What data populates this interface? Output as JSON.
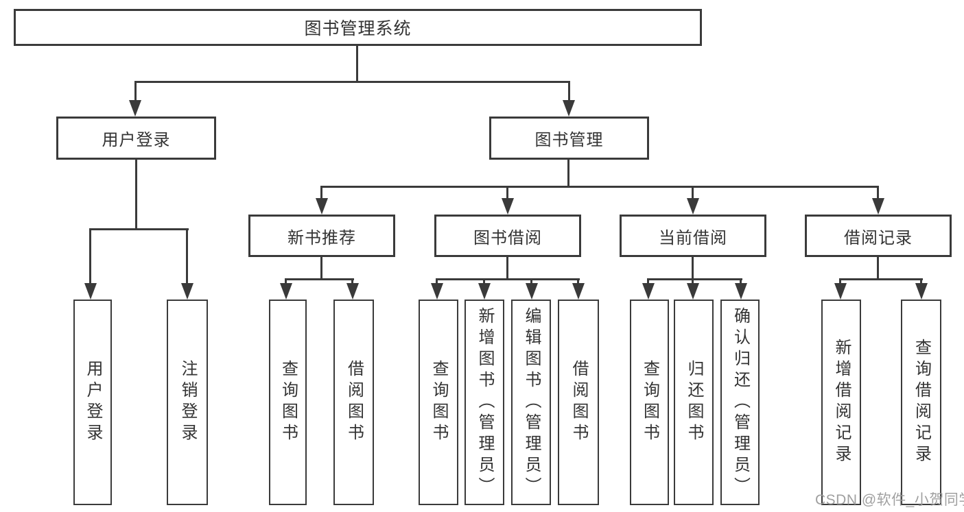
{
  "diagram_title": "图书管理系统",
  "tree": {
    "root": {
      "label": "图书管理系统"
    },
    "level2": {
      "user_login": {
        "label": "用户登录",
        "children": {
          "login": {
            "label": "用户登录"
          },
          "logout": {
            "label": "注销登录"
          }
        }
      },
      "book_mgmt": {
        "label": "图书管理",
        "children": {
          "new_book_rec": {
            "label": "新书推荐",
            "children": {
              "query_book": {
                "label": "查询图书"
              },
              "borrow_book": {
                "label": "借阅图书"
              }
            }
          },
          "book_borrow": {
            "label": "图书借阅",
            "children": {
              "query_book": {
                "label": "查询图书"
              },
              "add_book": {
                "label": "新增图书（管理员）"
              },
              "edit_book": {
                "label": "编辑图书（管理员）"
              },
              "borrow_book": {
                "label": "借阅图书"
              }
            }
          },
          "current_borrow": {
            "label": "当前借阅",
            "children": {
              "query_book": {
                "label": "查询图书"
              },
              "return_book": {
                "label": "归还图书"
              },
              "confirm_return": {
                "label": "确认归还（管理员）"
              }
            }
          },
          "borrow_record": {
            "label": "借阅记录",
            "children": {
              "add_record": {
                "label": "新增借阅记录"
              },
              "query_record": {
                "label": "查询借阅记录"
              }
            }
          }
        }
      }
    }
  },
  "watermark": {
    "text": "CSDN @软件_小贺同学"
  },
  "colors": {
    "line": "#3a3a3a",
    "text": "#333333",
    "background": "#ffffff",
    "watermark": "#9b9b9b"
  }
}
